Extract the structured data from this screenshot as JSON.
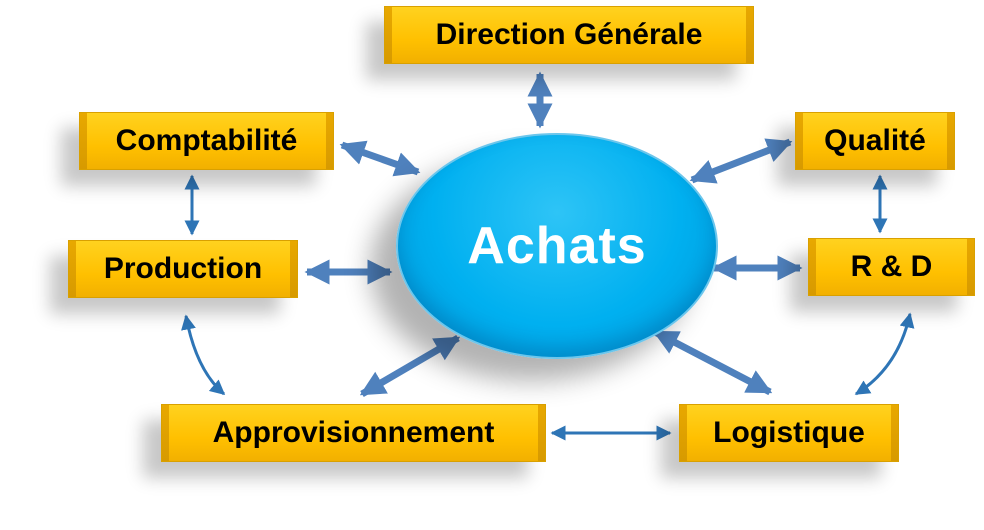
{
  "center": {
    "label": "Achats"
  },
  "nodes": {
    "direction": "Direction Générale",
    "comptabilite": "Comptabilité",
    "qualite": "Qualité",
    "production": "Production",
    "rd": "R & D",
    "approvisionnement": "Approvisionnement",
    "logistique": "Logistique"
  },
  "colors": {
    "box_fill": "#ffc000",
    "center_fill": "#00b0f0",
    "arrow_thick": "#4f81bd",
    "arrow_thin": "#2e75b6"
  }
}
